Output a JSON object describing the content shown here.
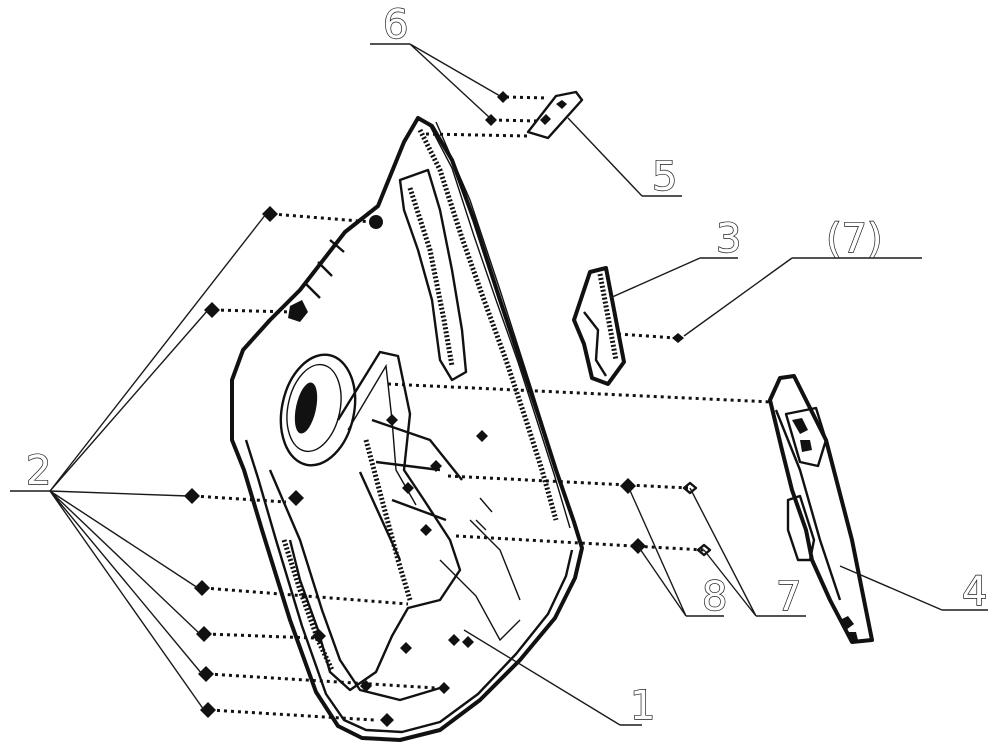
{
  "figure": {
    "type": "exploded assembly drawing",
    "subject": "vehicle door inner trim panel assembly",
    "colors": {
      "line": "#111111",
      "background": "#ffffff"
    }
  },
  "labels": {
    "l1": {
      "text": "1",
      "part": "door trim panel body"
    },
    "l2": {
      "text": "2",
      "part": "panel clips / fasteners"
    },
    "l3": {
      "text": "3",
      "part": "inner handle bezel"
    },
    "l4": {
      "text": "4",
      "part": "armrest switch panel"
    },
    "l5": {
      "text": "5",
      "part": "mirror corner trim"
    },
    "l6": {
      "text": "6",
      "part": "corner trim clips"
    },
    "l7": {
      "text": "7",
      "part": "screws"
    },
    "l7p": {
      "text": "(7)",
      "part": "screw (same as 7)"
    },
    "l8": {
      "text": "8",
      "part": "screw grommets"
    }
  }
}
